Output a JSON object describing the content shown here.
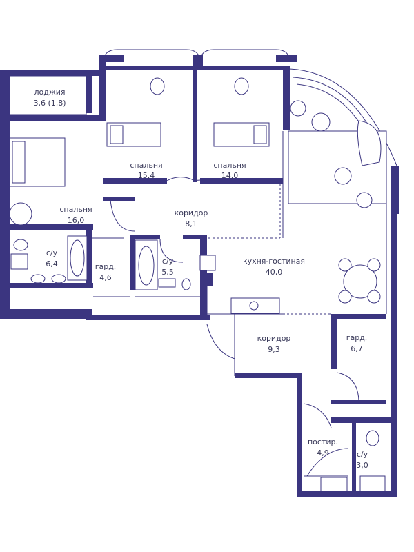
{
  "colors": {
    "wall": "#3b3580",
    "background": "#ffffff",
    "text": "#3a3a5a"
  },
  "rooms": [
    {
      "name": "лоджия",
      "area": "3,6 (1,8)"
    },
    {
      "name": "спальня",
      "area": "15,4"
    },
    {
      "name": "спальня",
      "area": "14,0"
    },
    {
      "name": "спальня",
      "area": "16,0"
    },
    {
      "name": "коридор",
      "area": "8,1"
    },
    {
      "name": "с/у",
      "area": "6,4"
    },
    {
      "name": "гард.",
      "area": "4,6"
    },
    {
      "name": "с/у",
      "area": "5,5"
    },
    {
      "name": "кухня-гостиная",
      "area": "40,0"
    },
    {
      "name": "коридор",
      "area": "9,3"
    },
    {
      "name": "гард.",
      "area": "6,7"
    },
    {
      "name": "постир.",
      "area": "4,9"
    },
    {
      "name": "с/у",
      "area": "3,0"
    }
  ]
}
